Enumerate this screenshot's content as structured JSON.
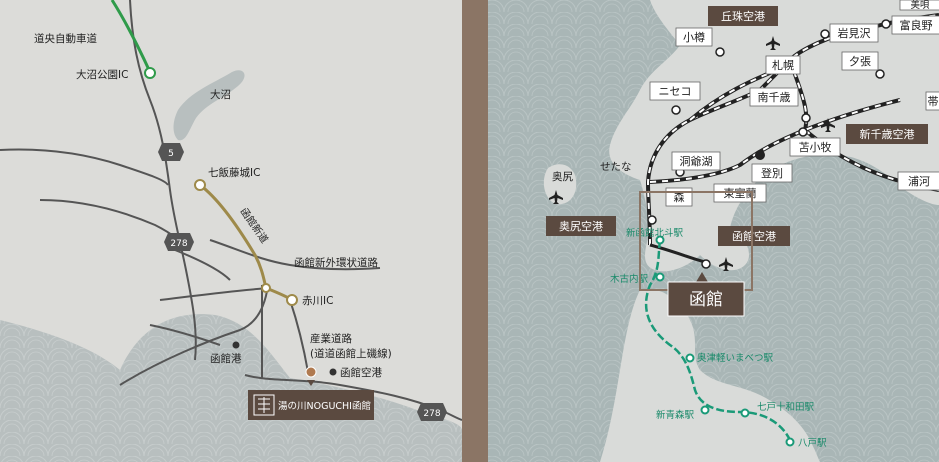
{
  "left_map": {
    "labels": {
      "expressway": "道央自動車道",
      "onuma_park_ic": "大沼公園IC",
      "onuma": "大沼",
      "nanae_fujishiro_ic": "七飯藤城IC",
      "hakodate_shindo": "函館新道",
      "hakodate_outer_ring": "函館新外環状道路",
      "akagawa_ic": "赤川IC",
      "sangyo_road_1": "産業道路",
      "sangyo_road_2": "(道道函館上磯線)",
      "hakodate_port": "函館港",
      "hakodate_airport": "函館空港"
    },
    "route_shields": [
      "5",
      "278",
      "278"
    ],
    "property_label": "湯の川NOGUCHI函館"
  },
  "right_map": {
    "cities": {
      "otaru": "小樽",
      "sapporo": "札幌",
      "iwamizawa": "岩見沢",
      "furano": "富良野",
      "yubari": "夕張",
      "niseko": "ニセコ",
      "minami_chitose": "南千歳",
      "tomakomai": "苫小牧",
      "toyako": "洞爺湖",
      "noboribetsu": "登別",
      "higashi_muroran": "東室蘭",
      "mori": "森",
      "urakawa": "浦河",
      "bibai": "美唄",
      "obihiro": "帯"
    },
    "airports": {
      "okadama": "丘珠空港",
      "new_chitose": "新千歳空港",
      "okushiri": "奥尻空港",
      "hakodate": "函館空港"
    },
    "places": {
      "okushiri": "奥尻",
      "setana": "せたな"
    },
    "stations": {
      "shin_hakodate_hokuto": "新函館北斗駅",
      "kikonai": "木古内駅",
      "okutsugaru": "奥津軽いまべつ駅",
      "shin_aomori": "新青森駅",
      "shichinohe": "七戸十和田駅",
      "hachinohe": "八戸駅"
    },
    "highlight": "函館"
  },
  "colors": {
    "land_left": "#dcdcd9",
    "sea_left": "#b8bfbf",
    "land_right": "#d9dbd9",
    "sea_right": "#a9b6b6",
    "dark_brown": "#5b4a40",
    "wedge": "#8b7565",
    "shinkansen": "#1a9a78",
    "nanae_road": "#9e8a4a"
  }
}
